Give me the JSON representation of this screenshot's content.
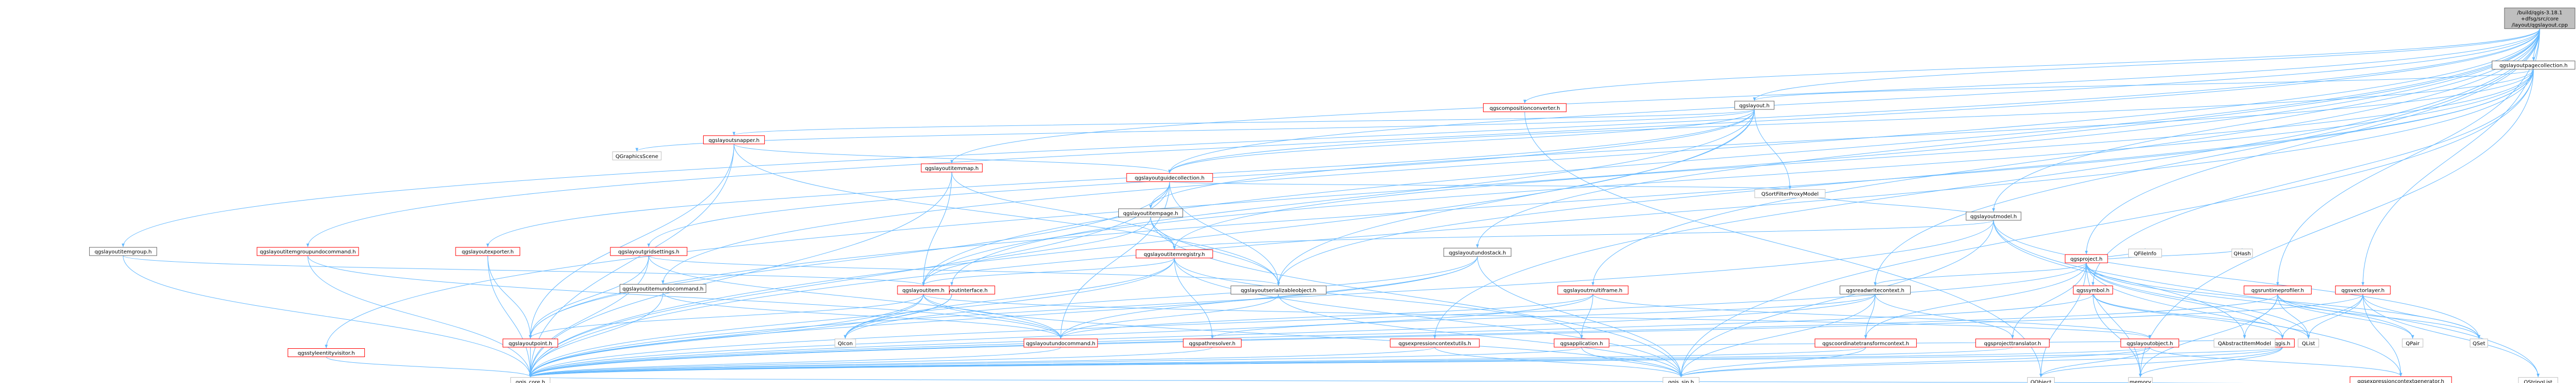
{
  "graph": {
    "nodes": [
      {
        "id": "root",
        "label": [
          "/build/qgis-3.18.1",
          "+dfsg/src/core",
          "/layout/qgslayout.cpp"
        ],
        "kind": "root"
      },
      {
        "id": "collection_h",
        "label": [
          "qgslayoutpagecollection.h"
        ],
        "kind": "doc"
      },
      {
        "id": "layout_h",
        "label": [
          "qgslayout.h"
        ],
        "kind": "doc"
      },
      {
        "id": "visitor_h",
        "label": [
          "qgsstyleentityvisitor.h"
        ],
        "kind": "missing"
      },
      {
        "id": "itemgroup_h",
        "label": [
          "qgslayoutitemgroup.h"
        ],
        "kind": "doc"
      },
      {
        "id": "groupundo_h",
        "label": [
          "qgslayoutitemgroupundocommand.h"
        ],
        "kind": "missing"
      },
      {
        "id": "exporter_h",
        "label": [
          "qgslayoutexporter.h"
        ],
        "kind": "missing"
      },
      {
        "id": "gridsettings_h",
        "label": [
          "qgslayoutgridsettings.h"
        ],
        "kind": "missing"
      },
      {
        "id": "undocommand_h",
        "label": [
          "qgslayoutitemundocommand.h"
        ],
        "kind": "doc"
      },
      {
        "id": "snapper_h",
        "label": [
          "qgslayoutsnapper.h"
        ],
        "kind": "missing"
      },
      {
        "id": "itemmap_h",
        "label": [
          "qgslayoutitemmap.h"
        ],
        "kind": "missing"
      },
      {
        "id": "guide_h",
        "label": [
          "qgslayoutguidecollection.h"
        ],
        "kind": "missing"
      },
      {
        "id": "itempage_h",
        "label": [
          "qgslayoutitempage.h"
        ],
        "kind": "doc"
      },
      {
        "id": "registry_h",
        "label": [
          "qgslayoutitemregistry.h"
        ],
        "kind": "missing"
      },
      {
        "id": "undostack_h",
        "label": [
          "qgslayoutundostack.h"
        ],
        "kind": "doc"
      },
      {
        "id": "serializable_h",
        "label": [
          "qgslayoutserializableobject.h"
        ],
        "kind": "doc"
      },
      {
        "id": "master_h",
        "label": [
          "qgsmasterlayoutinterface.h"
        ],
        "kind": "missing"
      },
      {
        "id": "item_h",
        "label": [
          "qgslayoutitem.h"
        ],
        "kind": "missing"
      },
      {
        "id": "multiframe_h",
        "label": [
          "qgslayoutmultiframe.h"
        ],
        "kind": "missing"
      },
      {
        "id": "composition_h",
        "label": [
          "qgscompositionconverter.h"
        ],
        "kind": "missing"
      },
      {
        "id": "model_h",
        "label": [
          "qgslayoutmodel.h"
        ],
        "kind": "doc"
      },
      {
        "id": "project_h",
        "label": [
          "qgsproject.h"
        ],
        "kind": "missing"
      },
      {
        "id": "readwrite_h",
        "label": [
          "qgsreadwritecontext.h"
        ],
        "kind": "doc"
      },
      {
        "id": "symbol_h",
        "label": [
          "qgssymbol.h"
        ],
        "kind": "missing"
      },
      {
        "id": "profiler_h",
        "label": [
          "qgsruntimeprofiler.h"
        ],
        "kind": "missing"
      },
      {
        "id": "vectorlayer_h",
        "label": [
          "qgsvectorlayer.h"
        ],
        "kind": "missing"
      },
      {
        "id": "exprutils_h",
        "label": [
          "qgsexpressioncontextutils.h"
        ],
        "kind": "missing"
      },
      {
        "id": "application_h",
        "label": [
          "qgsapplication.h"
        ],
        "kind": "missing"
      },
      {
        "id": "coordtransform_h",
        "label": [
          "qgscoordinatetransformcontext.h"
        ],
        "kind": "missing"
      },
      {
        "id": "projecttranslator_h",
        "label": [
          "qgsprojecttranslator.h"
        ],
        "kind": "missing"
      },
      {
        "id": "layoutobject_h",
        "label": [
          "qgslayoutobject.h"
        ],
        "kind": "missing"
      },
      {
        "id": "qgis_h",
        "label": [
          "qgis.h"
        ],
        "kind": "missing"
      },
      {
        "id": "layoutpoint_h",
        "label": [
          "qgslayoutpoint.h"
        ],
        "kind": "missing"
      },
      {
        "id": "pathresolver_h",
        "label": [
          "qgspathresolver.h"
        ],
        "kind": "missing"
      },
      {
        "id": "undocommand2_h",
        "label": [
          "qgslayoutundocommand.h"
        ],
        "kind": "missing"
      },
      {
        "id": "exprgen_h",
        "label": [
          "qgsexpressioncontextgenerator.h"
        ],
        "kind": "missing"
      },
      {
        "id": "qgscore_h",
        "label": [
          "qgis_core.h"
        ],
        "kind": "plain"
      },
      {
        "id": "qgssip_h",
        "label": [
          "qgis_sip.h"
        ],
        "kind": "plain"
      },
      {
        "id": "QGraphicsScene",
        "label": [
          "QGraphicsScene"
        ],
        "kind": "plain"
      },
      {
        "id": "QSortFilterProxyModel",
        "label": [
          "QSortFilterProxyModel"
        ],
        "kind": "plain"
      },
      {
        "id": "QIcon",
        "label": [
          "QIcon"
        ],
        "kind": "plain"
      },
      {
        "id": "QObject",
        "label": [
          "QObject"
        ],
        "kind": "plain"
      },
      {
        "id": "memory",
        "label": [
          "memory"
        ],
        "kind": "plain"
      },
      {
        "id": "QList",
        "label": [
          "QList"
        ],
        "kind": "plain"
      },
      {
        "id": "QPair",
        "label": [
          "QPair"
        ],
        "kind": "plain"
      },
      {
        "id": "QAbstractItemModel",
        "label": [
          "QAbstractItemModel"
        ],
        "kind": "plain"
      },
      {
        "id": "QSet",
        "label": [
          "QSet"
        ],
        "kind": "plain"
      },
      {
        "id": "QStringList",
        "label": [
          "QStringList"
        ],
        "kind": "plain"
      },
      {
        "id": "QHash",
        "label": [
          "QHash"
        ],
        "kind": "plain"
      },
      {
        "id": "QFileInfo",
        "label": [
          "QFileInfo"
        ],
        "kind": "plain"
      }
    ],
    "edges": [
      [
        "root",
        "collection_h"
      ],
      [
        "root",
        "layout_h"
      ],
      [
        "root",
        "visitor_h"
      ],
      [
        "root",
        "itemgroup_h"
      ],
      [
        "root",
        "groupundo_h"
      ],
      [
        "root",
        "undocommand_h"
      ],
      [
        "root",
        "itemmap_h"
      ],
      [
        "root",
        "guide_h"
      ],
      [
        "root",
        "item_h"
      ],
      [
        "root",
        "undostack_h"
      ],
      [
        "root",
        "multiframe_h"
      ],
      [
        "root",
        "composition_h"
      ],
      [
        "root",
        "model_h"
      ],
      [
        "root",
        "readwrite_h"
      ],
      [
        "root",
        "project_h"
      ],
      [
        "root",
        "profiler_h"
      ],
      [
        "root",
        "vectorlayer_h"
      ],
      [
        "root",
        "exprutils_h"
      ],
      [
        "collection_h",
        "layout_h"
      ],
      [
        "collection_h",
        "itempage_h"
      ],
      [
        "collection_h",
        "registry_h"
      ],
      [
        "collection_h",
        "item_h"
      ],
      [
        "collection_h",
        "serializable_h"
      ],
      [
        "collection_h",
        "layoutpoint_h"
      ],
      [
        "collection_h",
        "qgscore_h"
      ],
      [
        "collection_h",
        "qgssip_h"
      ],
      [
        "collection_h",
        "symbol_h"
      ],
      [
        "collection_h",
        "memory"
      ],
      [
        "collection_h",
        "guide_h"
      ],
      [
        "layout_h",
        "QGraphicsScene"
      ],
      [
        "layout_h",
        "snapper_h"
      ],
      [
        "layout_h",
        "exporter_h"
      ],
      [
        "layout_h",
        "gridsettings_h"
      ],
      [
        "layout_h",
        "guide_h"
      ],
      [
        "layout_h",
        "master_h"
      ],
      [
        "layout_h",
        "qgscore_h"
      ],
      [
        "layout_h",
        "QSortFilterProxyModel"
      ],
      [
        "layout_h",
        "serializable_h"
      ],
      [
        "visitor_h",
        "qgscore_h"
      ],
      [
        "itemgroup_h",
        "item_h"
      ],
      [
        "itemgroup_h",
        "qgscore_h"
      ],
      [
        "groupundo_h",
        "undocommand2_h"
      ],
      [
        "groupundo_h",
        "qgscore_h"
      ],
      [
        "exporter_h",
        "layoutpoint_h"
      ],
      [
        "exporter_h",
        "qgscore_h"
      ],
      [
        "gridsettings_h",
        "layoutpoint_h"
      ],
      [
        "gridsettings_h",
        "undocommand2_h"
      ],
      [
        "gridsettings_h",
        "qgscore_h"
      ],
      [
        "gridsettings_h",
        "serializable_h"
      ],
      [
        "undocommand_h",
        "undocommand2_h"
      ],
      [
        "undocommand_h",
        "qgscore_h"
      ],
      [
        "snapper_h",
        "guide_h"
      ],
      [
        "snapper_h",
        "layoutpoint_h"
      ],
      [
        "snapper_h",
        "qgscore_h"
      ],
      [
        "snapper_h",
        "serializable_h"
      ],
      [
        "itemmap_h",
        "item_h"
      ],
      [
        "itemmap_h",
        "qgscore_h"
      ],
      [
        "itemmap_h",
        "registry_h"
      ],
      [
        "guide_h",
        "itempage_h"
      ],
      [
        "guide_h",
        "serializable_h"
      ],
      [
        "guide_h",
        "QSortFilterProxyModel"
      ],
      [
        "guide_h",
        "qgscore_h"
      ],
      [
        "guide_h",
        "layoutpoint_h"
      ],
      [
        "guide_h",
        "undocommand2_h"
      ],
      [
        "itempage_h",
        "item_h"
      ],
      [
        "itempage_h",
        "registry_h"
      ],
      [
        "itempage_h",
        "qgssip_h"
      ],
      [
        "itempage_h",
        "serializable_h"
      ],
      [
        "registry_h",
        "item_h"
      ],
      [
        "registry_h",
        "application_h"
      ],
      [
        "registry_h",
        "pathresolver_h"
      ],
      [
        "registry_h",
        "qgscore_h"
      ],
      [
        "registry_h",
        "QIcon"
      ],
      [
        "registry_h",
        "qgssip_h"
      ],
      [
        "undostack_h",
        "undocommand2_h"
      ],
      [
        "undostack_h",
        "QIcon"
      ],
      [
        "undostack_h",
        "qgscore_h"
      ],
      [
        "undostack_h",
        "qgssip_h"
      ],
      [
        "serializable_h",
        "undocommand2_h"
      ],
      [
        "serializable_h",
        "qgssip_h"
      ],
      [
        "master_h",
        "qgscore_h"
      ],
      [
        "master_h",
        "QIcon"
      ],
      [
        "item_h",
        "layoutobject_h"
      ],
      [
        "item_h",
        "layoutpoint_h"
      ],
      [
        "item_h",
        "undocommand2_h"
      ],
      [
        "item_h",
        "QIcon"
      ],
      [
        "item_h",
        "qgscore_h"
      ],
      [
        "item_h",
        "qgssip_h"
      ],
      [
        "multiframe_h",
        "layoutobject_h"
      ],
      [
        "multiframe_h",
        "undocommand2_h"
      ],
      [
        "multiframe_h",
        "qgscore_h"
      ],
      [
        "multiframe_h",
        "application_h"
      ],
      [
        "composition_h",
        "QObject"
      ],
      [
        "model_h",
        "QSortFilterProxyModel"
      ],
      [
        "model_h",
        "QAbstractItemModel"
      ],
      [
        "model_h",
        "registry_h"
      ],
      [
        "model_h",
        "qgscore_h"
      ],
      [
        "model_h",
        "qgssip_h"
      ],
      [
        "model_h",
        "QStringList"
      ],
      [
        "model_h",
        "QSet"
      ],
      [
        "project_h",
        "QList"
      ],
      [
        "project_h",
        "QPair"
      ],
      [
        "project_h",
        "QFileInfo"
      ],
      [
        "project_h",
        "QHash"
      ],
      [
        "project_h",
        "QSet"
      ],
      [
        "project_h",
        "qgis_h"
      ],
      [
        "project_h",
        "readwrite_h"
      ],
      [
        "project_h",
        "coordtransform_h"
      ],
      [
        "project_h",
        "projecttranslator_h"
      ],
      [
        "project_h",
        "qgscore_h"
      ],
      [
        "project_h",
        "QObject"
      ],
      [
        "project_h",
        "exprgen_h"
      ],
      [
        "project_h",
        "memory"
      ],
      [
        "readwrite_h",
        "pathresolver_h"
      ],
      [
        "readwrite_h",
        "coordtransform_h"
      ],
      [
        "readwrite_h",
        "projecttranslator_h"
      ],
      [
        "readwrite_h",
        "qgscore_h"
      ],
      [
        "readwrite_h",
        "qgssip_h"
      ],
      [
        "symbol_h",
        "qgis_h"
      ],
      [
        "symbol_h",
        "qgscore_h"
      ],
      [
        "symbol_h",
        "QList"
      ],
      [
        "symbol_h",
        "memory"
      ],
      [
        "profiler_h",
        "QAbstractItemModel"
      ],
      [
        "profiler_h",
        "QSet"
      ],
      [
        "profiler_h",
        "QPair"
      ],
      [
        "profiler_h",
        "QList"
      ],
      [
        "profiler_h",
        "qgscore_h"
      ],
      [
        "profiler_h",
        "memory"
      ],
      [
        "vectorlayer_h",
        "QSet"
      ],
      [
        "vectorlayer_h",
        "QList"
      ],
      [
        "vectorlayer_h",
        "QStringList"
      ],
      [
        "vectorlayer_h",
        "exprgen_h"
      ],
      [
        "vectorlayer_h",
        "qgis_h"
      ],
      [
        "vectorlayer_h",
        "qgscore_h"
      ],
      [
        "exprutils_h",
        "qgscore_h"
      ],
      [
        "exprutils_h",
        "qgssip_h"
      ],
      [
        "application_h",
        "qgscore_h"
      ],
      [
        "application_h",
        "qgssip_h"
      ],
      [
        "application_h",
        "qgis_h"
      ],
      [
        "coordtransform_h",
        "qgscore_h"
      ],
      [
        "coordtransform_h",
        "qgssip_h"
      ],
      [
        "projecttranslator_h",
        "qgscore_h"
      ],
      [
        "layoutobject_h",
        "qgscore_h"
      ],
      [
        "layoutobject_h",
        "qgssip_h"
      ],
      [
        "layoutobject_h",
        "QObject"
      ],
      [
        "layoutobject_h",
        "exprgen_h"
      ],
      [
        "qgis_h",
        "qgscore_h"
      ],
      [
        "qgis_h",
        "qgssip_h"
      ],
      [
        "qgis_h",
        "QObject"
      ],
      [
        "qgis_h",
        "memory"
      ],
      [
        "layoutpoint_h",
        "qgscore_h"
      ],
      [
        "pathresolver_h",
        "qgscore_h"
      ],
      [
        "undocommand2_h",
        "qgscore_h"
      ],
      [
        "exprgen_h",
        "qgscore_h"
      ]
    ]
  },
  "colors": {
    "doc_border": "#666666",
    "missing_border": "#ff0000",
    "plain_border": "#bfbfbf",
    "root_fill": "#bfbfbf",
    "edge": "#63B8FF",
    "text": "#000000"
  }
}
